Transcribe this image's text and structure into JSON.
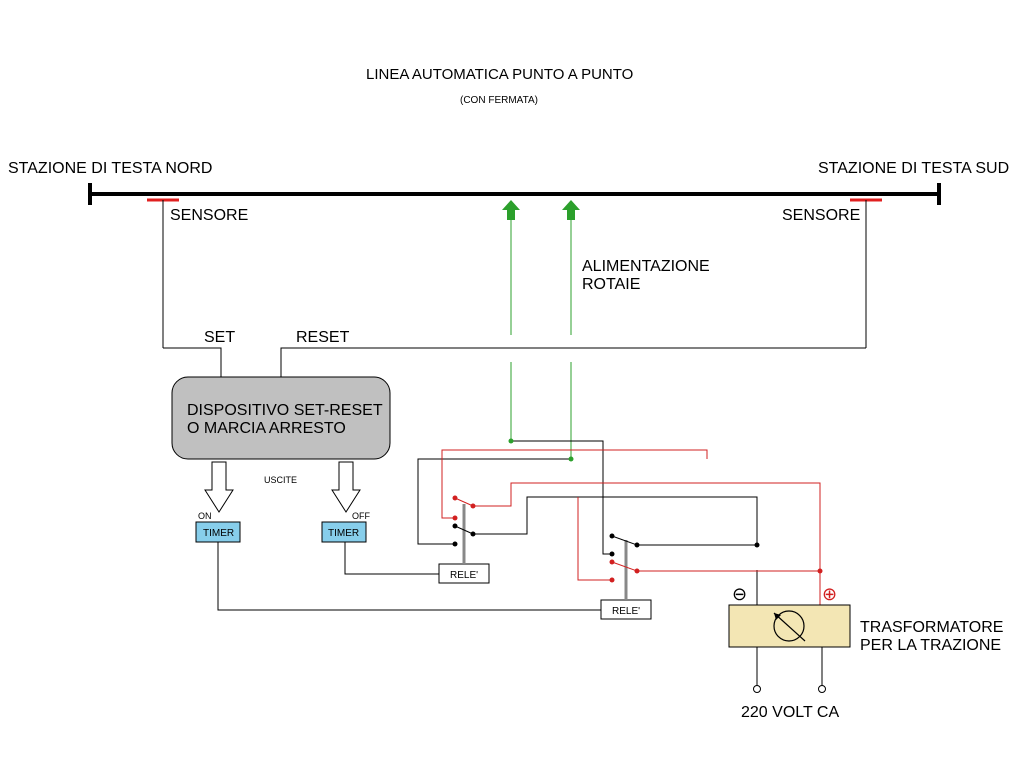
{
  "title": "LINEA AUTOMATICA PUNTO A PUNTO",
  "subtitle": "(CON FERMATA)",
  "stations": {
    "north": "STAZIONE DI TESTA NORD",
    "south": "STAZIONE DI TESTA SUD"
  },
  "sensors": {
    "left": "SENSORE",
    "right": "SENSORE"
  },
  "power_feed": {
    "line1": "ALIMENTAZIONE",
    "line2": "ROTAIE"
  },
  "set_reset": {
    "set": "SET",
    "reset": "RESET",
    "device_line1": "DISPOSITIVO SET-RESET",
    "device_line2": "O MARCIA ARRESTO",
    "outputs": "USCITE",
    "on": "ON",
    "off": "OFF"
  },
  "timers": {
    "left": "TIMER",
    "right": "TIMER"
  },
  "relays": {
    "upper": "RELE'",
    "lower": "RELE'"
  },
  "transformer": {
    "line1": "TRASFORMATORE",
    "line2": "PER LA TRAZIONE",
    "minus": "⊖",
    "plus": "⊕",
    "input": "220 VOLT CA"
  },
  "colors": {
    "wire": "#000000",
    "positive": "#d22020",
    "feed": "#2ca02c",
    "sensor": "#e02020",
    "device_fill": "#c0c0c0",
    "timer_fill": "#87ceeb",
    "transformer_fill": "#f3e6b4"
  }
}
